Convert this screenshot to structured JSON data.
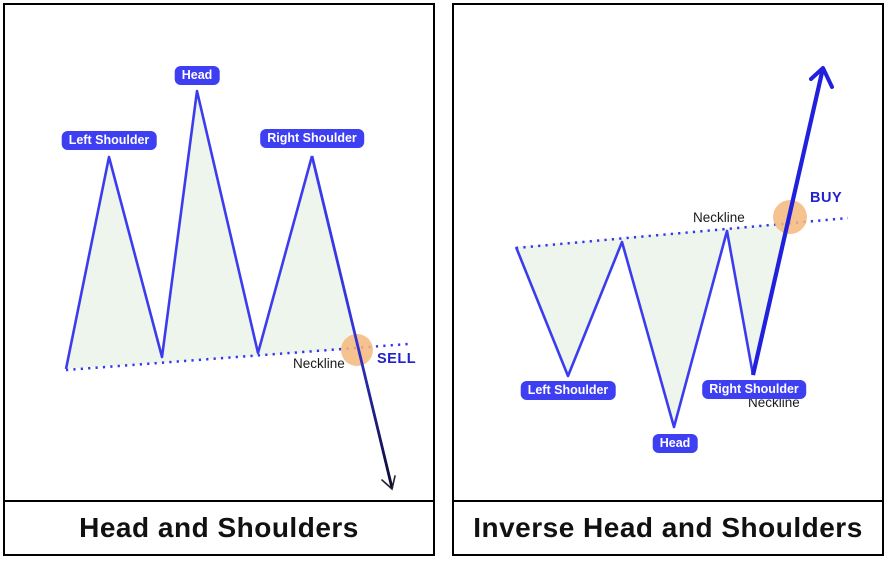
{
  "colors": {
    "label_background": "#3e3ef2",
    "label_text": "#ffffff",
    "pattern_line": "#3c3cee",
    "breakout_line": "#2121dd",
    "neckline_dotted": "#3434f0",
    "pattern_fill": "#edf5ec",
    "signal_text": "#2222cc",
    "neckline_text": "#1a1a1a",
    "breakout_circle": "#f5b87d",
    "panel_border": "#000000",
    "title_text": "#111111"
  },
  "panels": [
    {
      "title": "Head and Shoulders",
      "left_shoulder_label": "Left Shoulder",
      "head_label": "Head",
      "right_shoulder_label": "Right Shoulder",
      "neckline_label": "Neckline",
      "signal_label": "SELL",
      "signal_direction": "down"
    },
    {
      "title": "Inverse Head and Shoulders",
      "left_shoulder_label": "Left Shoulder",
      "head_label": "Head",
      "right_shoulder_label": "Right Shoulder",
      "neckline_label": "Neckline",
      "neckline_label_secondary": "Neckline",
      "signal_label": "BUY",
      "signal_direction": "up"
    }
  ]
}
